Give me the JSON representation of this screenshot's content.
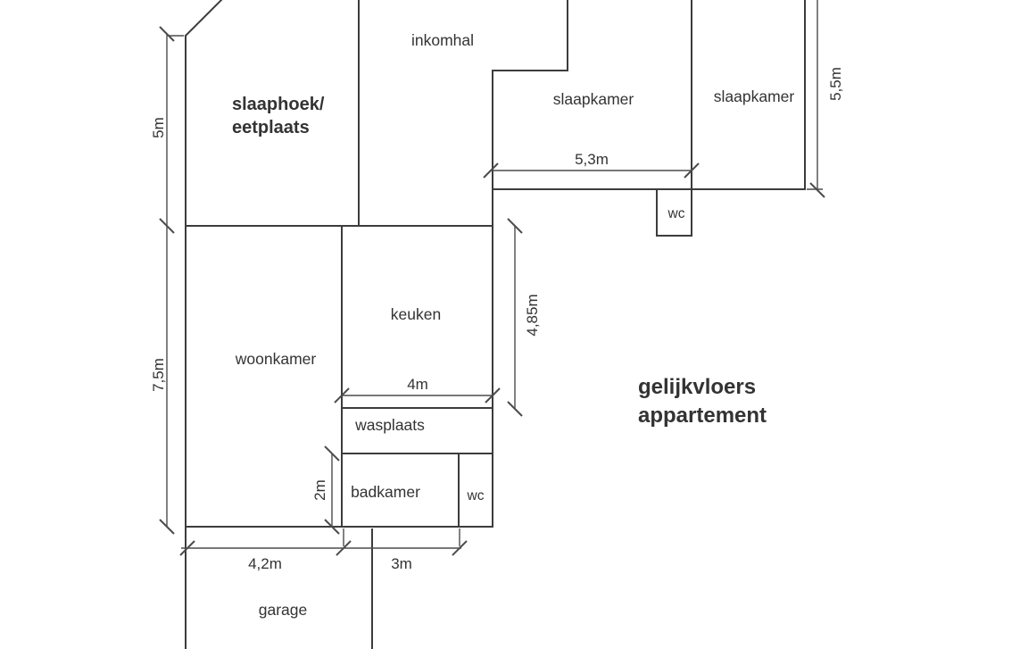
{
  "colors": {
    "wall": "#3c3c3c",
    "dimension": "#4c4c4c",
    "text": "#333333",
    "background": "#ffffff"
  },
  "title": {
    "line1": "gelijkvloers",
    "line2": "appartement"
  },
  "rooms": {
    "inkomhal": "inkomhal",
    "slaaphoek_line1": "slaaphoek/",
    "slaaphoek_line2": "eetplaats",
    "slaapkamer_left": "slaapkamer",
    "slaapkamer_right": "slaapkamer",
    "wc_top": "wc",
    "keuken": "keuken",
    "woonkamer": "woonkamer",
    "wasplaats": "wasplaats",
    "badkamer": "badkamer",
    "wc_bottom": "wc",
    "garage": "garage"
  },
  "dimensions": {
    "slaaphoek_height": "5m",
    "woonkamer_height": "7,5m",
    "slaapkamer_width": "5,3m",
    "slaapkamer_height": "5,5m",
    "keuken_height": "4,85m",
    "keuken_width": "4m",
    "badkamer_height": "2m",
    "garage_width": "4,2m",
    "badkamer_width": "3m"
  }
}
